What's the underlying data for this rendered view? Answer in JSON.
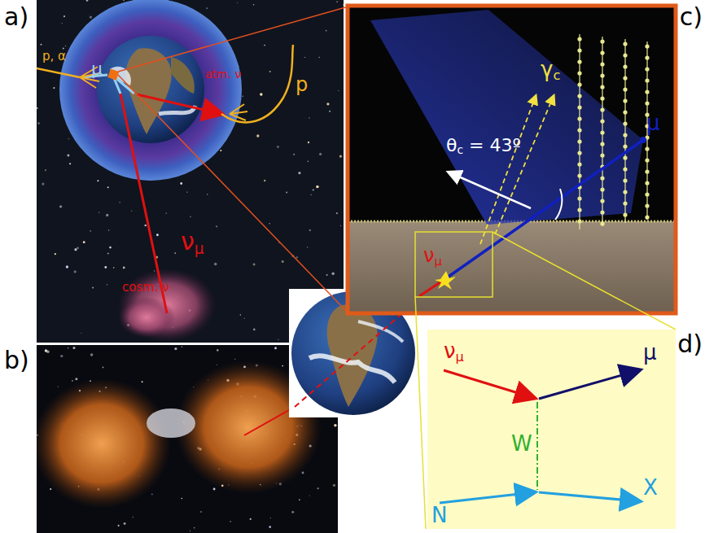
{
  "diagram": {
    "labels": [
      "a)",
      "p, α",
      "μ",
      "atm. ν",
      "p",
      "νμ",
      "cosm. ν",
      "b)",
      "c)",
      "γc",
      "θc = 43º",
      "μ",
      "νμ",
      "d)",
      "νμ",
      "μ",
      "W",
      "N",
      "X"
    ]
  }
}
